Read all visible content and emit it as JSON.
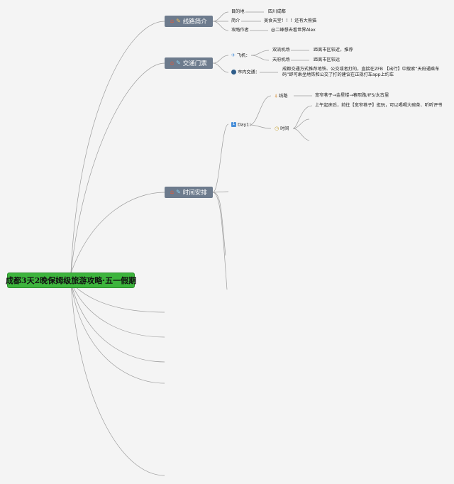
{
  "root": {
    "label": "成都3天2晚保姆级旅游攻略·五一假期"
  },
  "branches": {
    "route_intro": {
      "label": "线路简介",
      "icons": [
        "home-icon",
        "pencil-icon"
      ],
      "items": [
        {
          "key": "目的地",
          "value": "四川成都"
        },
        {
          "key": "简介",
          "value": "美食天堂！！！还有大熊猫"
        },
        {
          "key": "攻略作者",
          "value": "@二峰想去看世界Alex"
        }
      ]
    },
    "transport": {
      "label": "交通门票",
      "icons": [
        "home-icon",
        "pencil-icon"
      ],
      "flight": {
        "label": "飞机：",
        "icon": "airplane-icon",
        "airports": [
          {
            "name": "双流机场",
            "note": "距离市区较近，推荐"
          },
          {
            "name": "天府机场",
            "note": "距离市区较远"
          }
        ]
      },
      "city": {
        "label": "市内交通：",
        "icon": "globe-icon",
        "text_line1": "成都交通方式推荐地铁、公交或者打的，直接在ZFB 【出行】中搜索“天府通乘车",
        "text_line2": "码”即可乘坐地铁和公交了打的建议在正规打车app上约车"
      }
    },
    "schedule": {
      "label": "时间安排",
      "icons": [
        "home-icon",
        "pencil-icon"
      ],
      "day1": {
        "label": "Day1：",
        "badge": "1",
        "route": {
          "label": "线路",
          "icon": "pin-icon",
          "text": "宽窄巷子→金星楼→春熙路/IFS/太古里"
        },
        "time": {
          "label": "时间",
          "icon": "clock-icon",
          "text": "上午起床后，前往【宽窄巷子】逛玩，可以喝喝大碗茶、听听评书"
        }
      }
    }
  },
  "colors": {
    "root_fill": "#3db43d",
    "topic_fill": "#6d7b8d",
    "line": "#9a9a9a"
  }
}
